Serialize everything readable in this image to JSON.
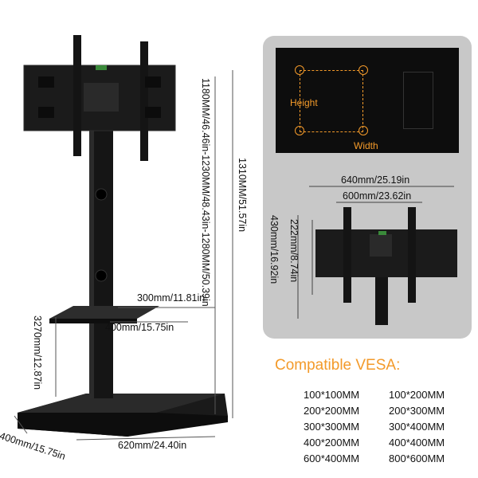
{
  "stand": {
    "height_range_label": "1180MM/46.46in-1230MM/48.43in-1280MM/50.39in",
    "total_height_label": "1310MM/51.57in",
    "shelf_depth_label": "300mm/11.81in",
    "shelf_width_label": "400mm/15.75in",
    "shelf_height_label": "3270mm/12.87in",
    "base_depth_label": "400mm/15.75in",
    "base_width_label": "620mm/24.40in"
  },
  "tv_inset": {
    "height_label": "Height",
    "width_label": "Width"
  },
  "bracket": {
    "outer_width_label": "640mm/25.19in",
    "inner_width_label": "600mm/23.62in",
    "outer_height_label": "430mm/16.92in",
    "inner_height_label": "222mm/8.74in"
  },
  "vesa": {
    "title": "Compatible VESA:",
    "left": [
      "100*100MM",
      "200*200MM",
      "300*300MM",
      "400*200MM",
      "600*400MM"
    ],
    "right": [
      "100*200MM",
      "200*300MM",
      "300*400MM",
      "400*400MM",
      "800*600MM"
    ]
  },
  "colors": {
    "accent": "#f39a2a",
    "panel": "#c8c8c8",
    "metal": "#161616"
  }
}
